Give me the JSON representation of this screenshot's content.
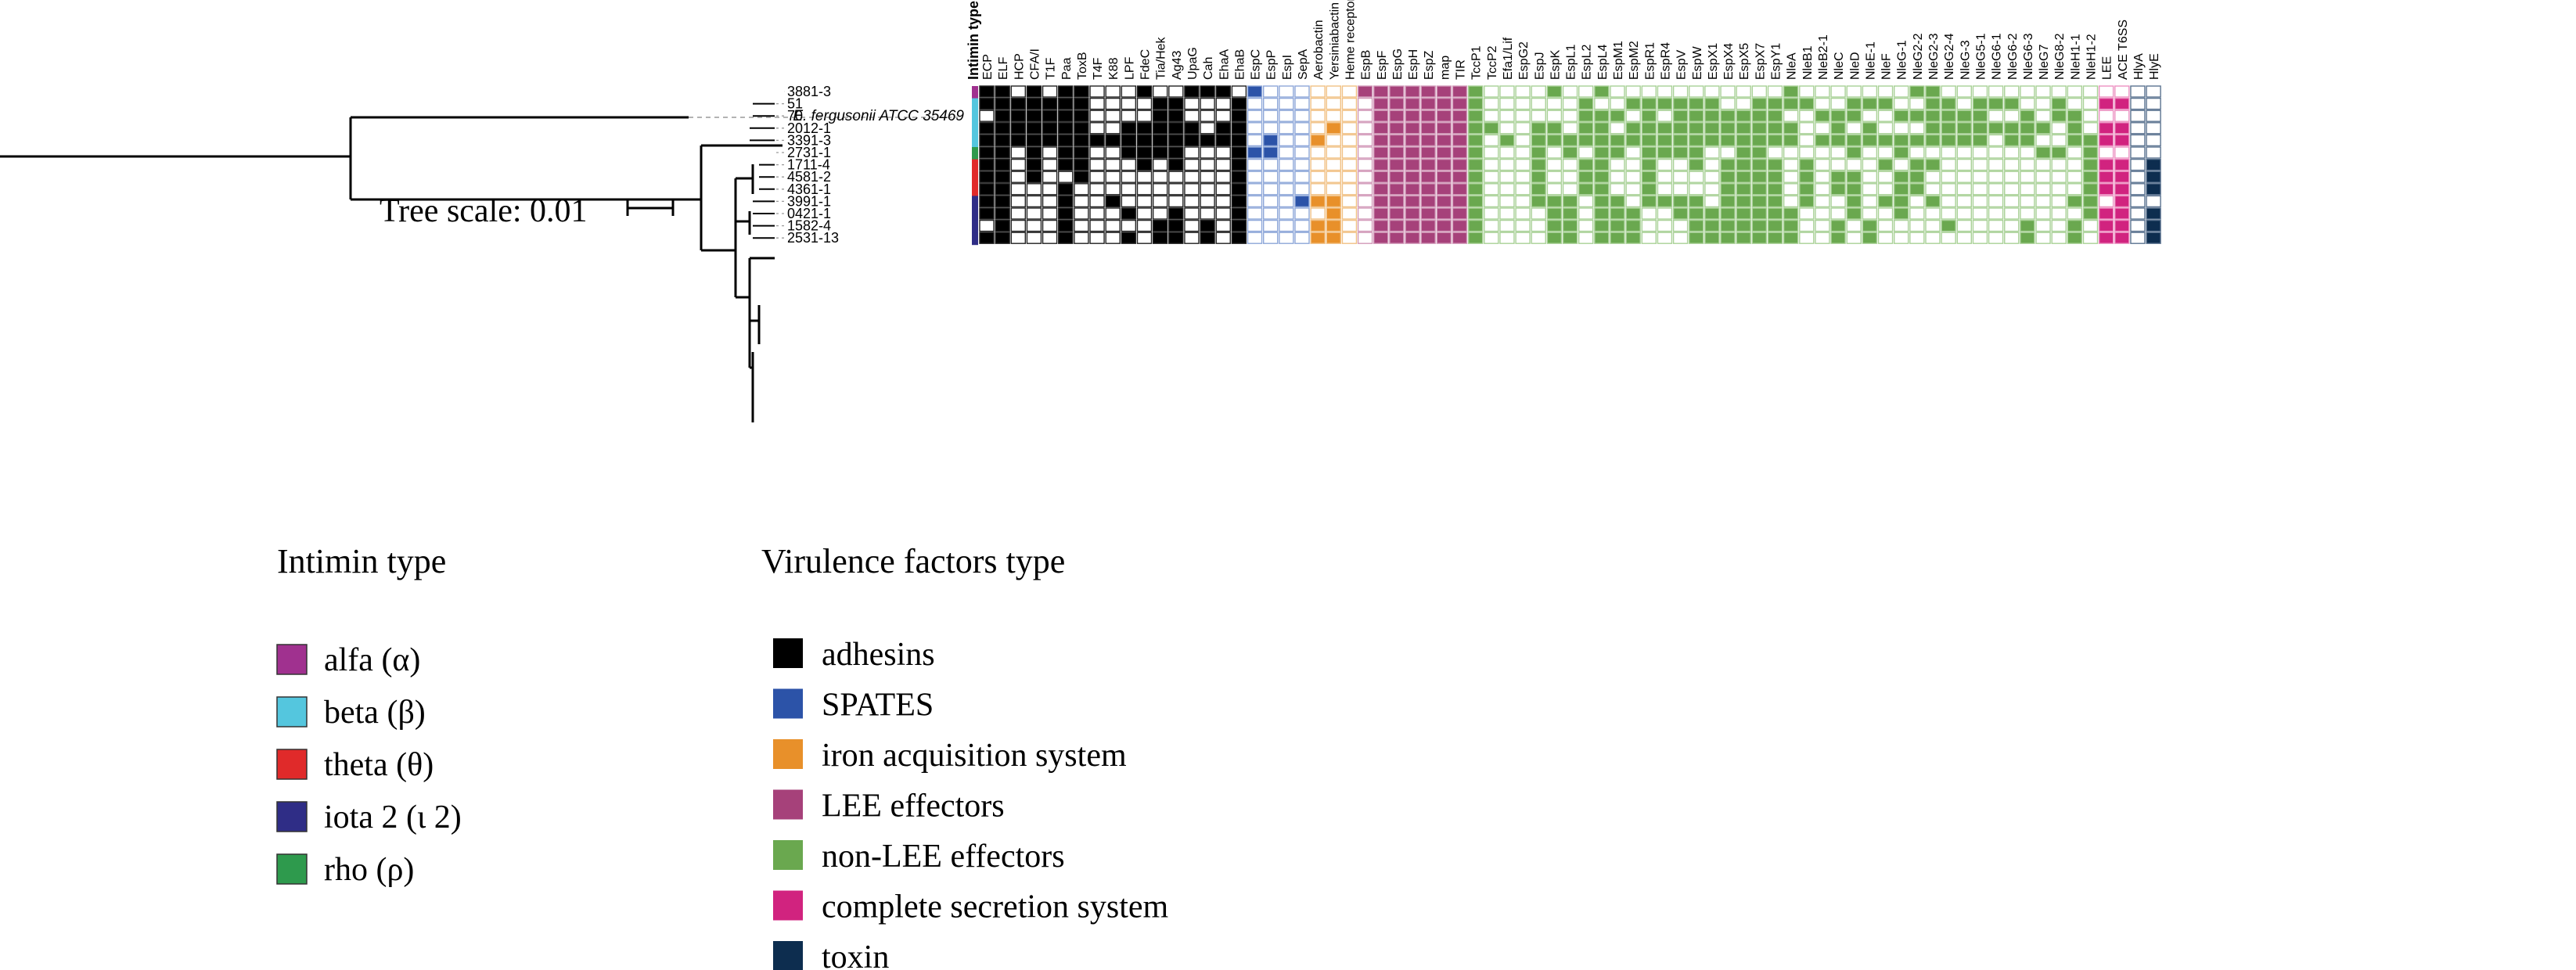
{
  "outgroup_label": "E. fergusonii ATCC 35469",
  "strains": [
    "3881-3",
    "51",
    "70",
    "2012-1",
    "3391-3",
    "2731-1",
    "1711-4",
    "4581-2",
    "4361-1",
    "3991-1",
    "0421-1",
    "1582-4",
    "2531-13"
  ],
  "tree_scale": {
    "label": "Tree scale: 0.01"
  },
  "intimin_header": "Intimin type",
  "intimin_column": [
    "alfa",
    "beta",
    "beta",
    "beta",
    "beta",
    "rho",
    "theta",
    "theta",
    "theta",
    "iota2",
    "iota2",
    "iota2",
    "iota2"
  ],
  "factor_groups": [
    {
      "key": "adhesins",
      "color": "#000000",
      "names": [
        "ECP",
        "ELF",
        "HCP",
        "CFA/I",
        "T1F",
        "Paa",
        "ToxB",
        "T4F",
        "K88",
        "LPF",
        "FdeC",
        "Tia/Hek",
        "Ag43",
        "UpaG",
        "Cah",
        "EhaA",
        "EhaB"
      ]
    },
    {
      "key": "spates",
      "color": "#2c53a8",
      "names": [
        "EspC",
        "EspP",
        "EspI",
        "SepA"
      ]
    },
    {
      "key": "iron",
      "color": "#e8902a",
      "names": [
        "Aerobactin",
        "Yersiniabactin",
        "Heme receptor"
      ]
    },
    {
      "key": "lee",
      "color": "#a6417a",
      "names": [
        "EspB",
        "EspF",
        "EspG",
        "EspH",
        "EspZ",
        "map",
        "TIR"
      ]
    },
    {
      "key": "nonlee",
      "color": "#6aa84f",
      "names": [
        "TccP1",
        "TccP2",
        "Efa1/Lif",
        "EspG2",
        "EspJ",
        "EspK",
        "EspL1",
        "EspL2",
        "EspL4",
        "EspM1",
        "EspM2",
        "EspR1",
        "EspR4",
        "EspV",
        "EspW",
        "EspX1",
        "EspX4",
        "EspX5",
        "EspX7",
        "EspY1",
        "NleA",
        "NleB1",
        "NleB2-1",
        "NleC",
        "NleD",
        "NleE-1",
        "NleF",
        "NleG-1",
        "NleG2-2",
        "NleG2-3",
        "NleG2-4",
        "NleG-3",
        "NleG5-1",
        "NleG6-1",
        "NleG6-2",
        "NleG6-3",
        "NleG7",
        "NleG8-2",
        "NleH1-1",
        "NleH1-2"
      ]
    },
    {
      "key": "secretion",
      "color": "#d1237f",
      "names": [
        "LEE",
        "ACE T6SS"
      ]
    },
    {
      "key": "toxin",
      "color": "#0d2d4f",
      "names": [
        "HlyA",
        "HlyE"
      ]
    }
  ],
  "matrix_rows": [
    "11010110001001110 1000 0001 1111111 0000100100000000000100000 00 11",
    "11111110000110001 0000 0000 1111111 0000001001111110011110011100110111001 00 11",
    "01111110000110001 0000 0000 1111111 0000001110101111111001110011111100 10 11",
    "11111110011111011 0000 0100 1111111 1001101101111111111100101000111111110101 10 01",
    "11111111111111111 0100 1000 1111111 0101111111111111111101111111111101100111 10 01",
    "11010110011110001 1100 0000 1111111 0001010110111100110000010010000000011 01 00",
    "11010110001010001 0000 0000 1111111 0001001100100101111010000101100000000011 10 11",
    "11010010000000001 0000 0000 1111111 0001001100100001111010110011000000000011 10 11",
    "11000100000000001 0000 0000 1111111 0001001100100001111010110011000000000011 10 11",
    "11000100100000001 0001 1100 1111111 0001110110111101111010010110100000000110 10 01",
    "11000100010010001 0000 0100 1111111 0000110111001111111100010010000000000011 10 11",
    "01000100000110101 0000 1100 1111111 0000110111000111111100101000010000100101 10 11",
    "11000100010110101 0000 1100 1111111 0000110111000111111100101000000000100101 10 11"
  ],
  "legend_intimin": {
    "title": "Intimin type",
    "items": [
      {
        "key": "alfa",
        "label": "alfa (α)",
        "color": "#a0318f"
      },
      {
        "key": "beta",
        "label": "beta (β)",
        "color": "#54c6de"
      },
      {
        "key": "theta",
        "label": "theta (θ)",
        "color": "#e02a2a"
      },
      {
        "key": "iota2",
        "label": "iota 2 (ι 2)",
        "color": "#2f2d86"
      },
      {
        "key": "rho",
        "label": "rho (ρ)",
        "color": "#2e9a4d"
      }
    ]
  },
  "legend_factors": {
    "title": "Virulence factors type",
    "items": [
      {
        "label": "adhesins",
        "color": "#000000"
      },
      {
        "label": "SPATES",
        "color": "#2c53a8"
      },
      {
        "label": "iron acquisition system",
        "color": "#e8902a"
      },
      {
        "label": "LEE effectors",
        "color": "#a6417a"
      },
      {
        "label": "non-LEE effectors",
        "color": "#6aa84f"
      },
      {
        "label": "complete secretion system",
        "color": "#d1237f"
      },
      {
        "label": "toxin",
        "color": "#0d2d4f"
      }
    ]
  }
}
